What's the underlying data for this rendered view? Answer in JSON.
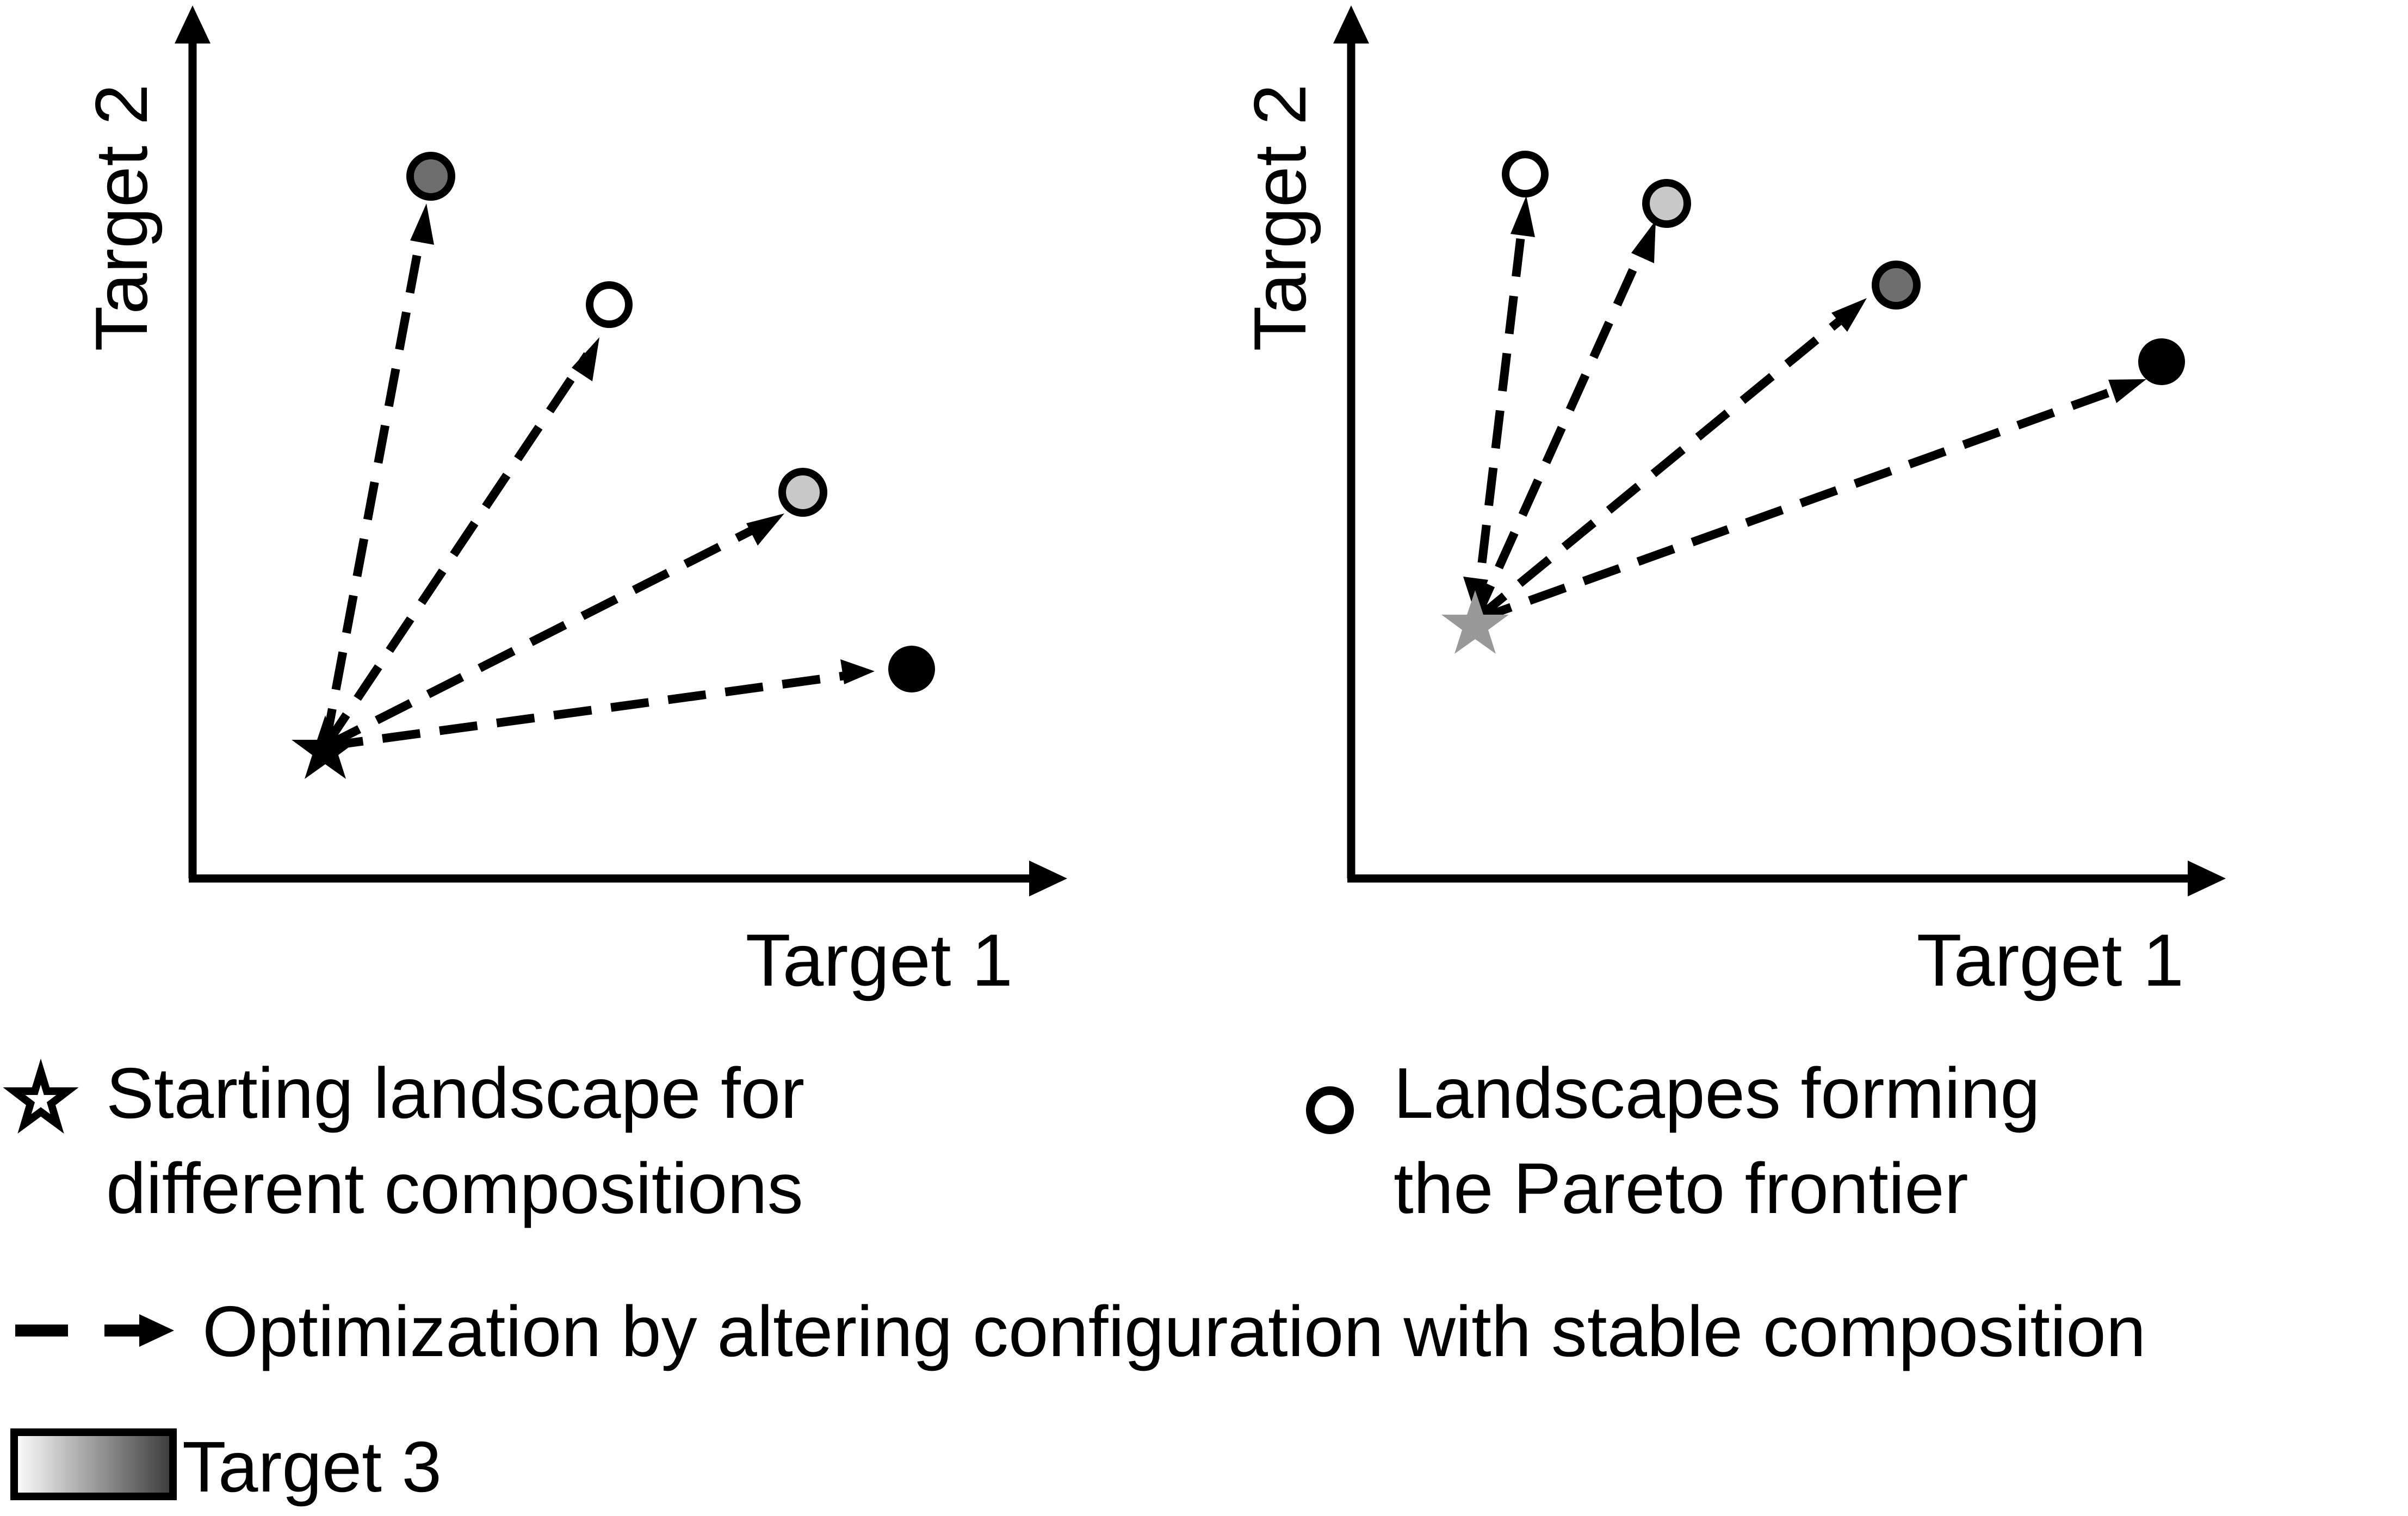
{
  "colors": {
    "stroke": "#000000",
    "black": "#000000",
    "dark_gray": "#6e6e6e",
    "light_gray": "#c8c8c8",
    "white": "#ffffff",
    "star_gray": "#999999"
  },
  "left_panel": {
    "x_label": "Target 1",
    "y_label": "Target 2",
    "start_marker": "black-star-icon",
    "end_points": [
      {
        "marker": "dark-gray-circle",
        "fill_key": "dark_gray"
      },
      {
        "marker": "white-circle",
        "fill_key": "white"
      },
      {
        "marker": "light-gray-circle",
        "fill_key": "light_gray"
      },
      {
        "marker": "black-circle",
        "fill_key": "black"
      }
    ]
  },
  "right_panel": {
    "x_label": "Target 1",
    "y_label": "Target 2",
    "start_marker": "gray-star-icon",
    "end_points": [
      {
        "marker": "white-circle",
        "fill_key": "white"
      },
      {
        "marker": "light-gray-circle",
        "fill_key": "light_gray"
      },
      {
        "marker": "dark-gray-circle",
        "fill_key": "dark_gray"
      },
      {
        "marker": "black-circle",
        "fill_key": "black"
      }
    ]
  },
  "legend": {
    "starting_landscape": {
      "icon": "outline-star-icon",
      "line1": "Starting landscape for",
      "line2": "different compositions"
    },
    "pareto": {
      "icon": "open-circle-icon",
      "line1": "Landscapes forming",
      "line2": "the Pareto frontier"
    },
    "optimization": {
      "icon": "dashed-arrow-icon",
      "text": "Optimization by altering configuration with stable composition"
    },
    "target3": {
      "icon": "white-to-dark-gradient-bar",
      "text": "Target 3"
    }
  }
}
